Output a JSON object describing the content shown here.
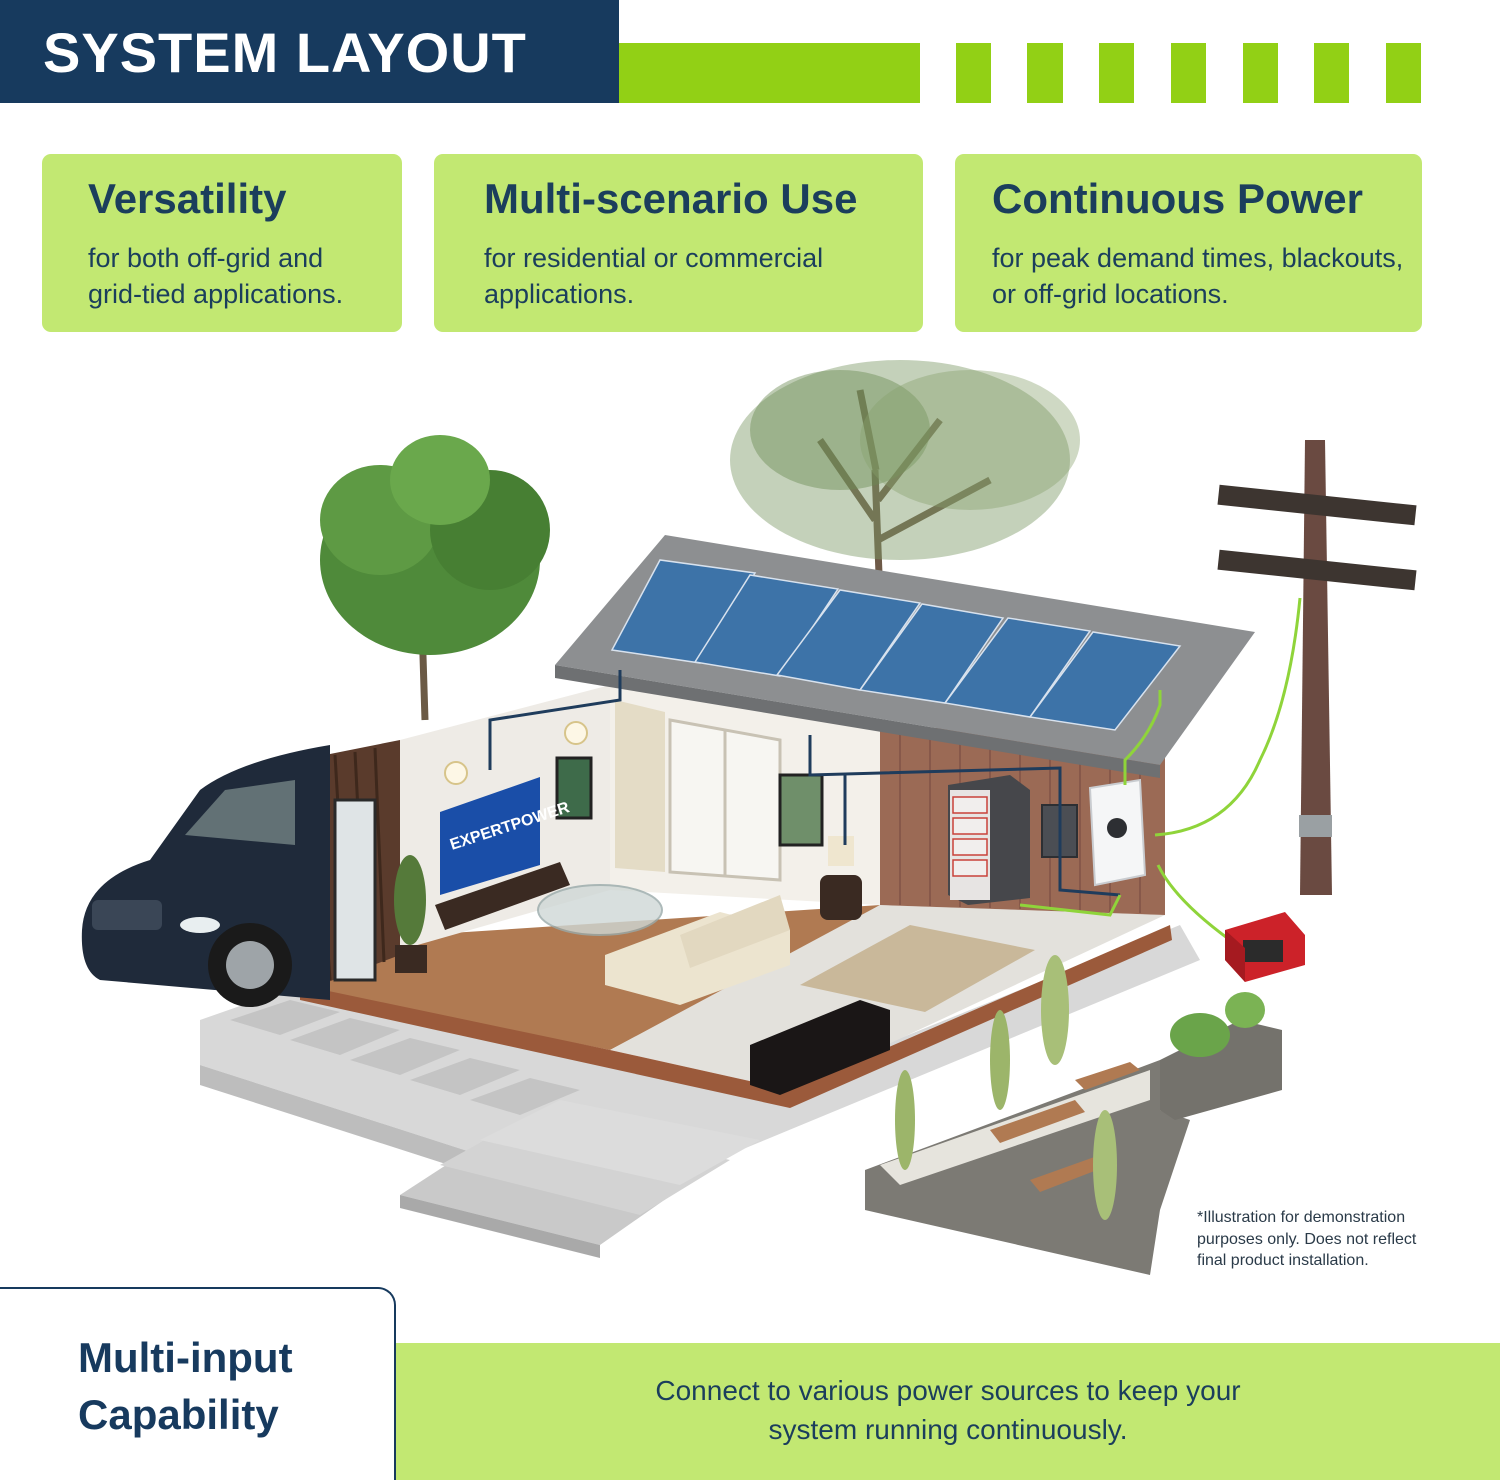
{
  "header": {
    "title": "SYSTEM LAYOUT"
  },
  "features": [
    {
      "title": "Versatility",
      "text": "for both off-grid and grid-tied applications."
    },
    {
      "title": "Multi-scenario Use",
      "text": "for residential or commercial applications."
    },
    {
      "title": "Continuous Power",
      "text": "for peak demand times, blackouts, or off-grid locations."
    }
  ],
  "illustration": {
    "tv_brand": "EXPERTPOWER"
  },
  "disclaimer": "*Illustration for demonstration purposes only. Does not reflect final product installation.",
  "bottom": {
    "title": "Multi-input Capability",
    "text": "Connect to various power sources to keep your system running continuously."
  },
  "colors": {
    "navy": "#173a5e",
    "accent_green": "#92d015",
    "card_green": "#c2e872",
    "wire_green": "#8fd43a"
  }
}
